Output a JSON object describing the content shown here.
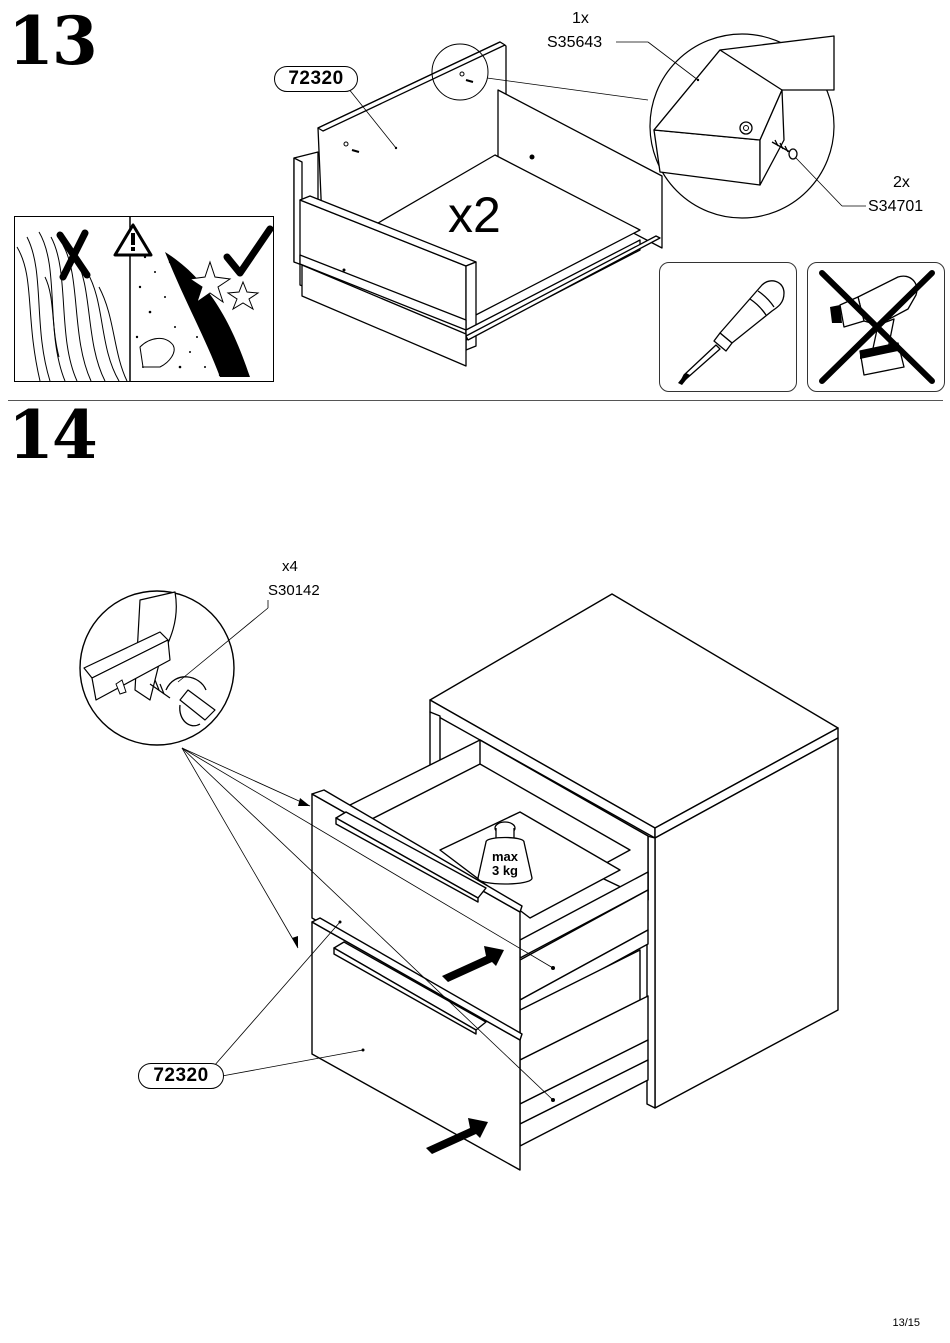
{
  "steps": [
    {
      "number": "13"
    },
    {
      "number": "14"
    }
  ],
  "step13": {
    "part_label": "72320",
    "multiplier": "x2",
    "hardware": [
      {
        "qty": "1x",
        "code": "S35643"
      },
      {
        "qty": "2x",
        "code": "S34701"
      }
    ],
    "tools": [
      {
        "icon": "screwdriver-icon",
        "allowed": true
      },
      {
        "icon": "power-drill-icon",
        "allowed": false
      }
    ],
    "surface_warning": {
      "icons": [
        "cross-icon",
        "warning-icon",
        "check-icon"
      ]
    }
  },
  "step14": {
    "hardware": {
      "qty": "x4",
      "code": "S30142"
    },
    "part_label": "72320",
    "weight_limit": {
      "line1": "max",
      "line2": "3 kg"
    }
  },
  "footer": {
    "page": "13/15"
  }
}
